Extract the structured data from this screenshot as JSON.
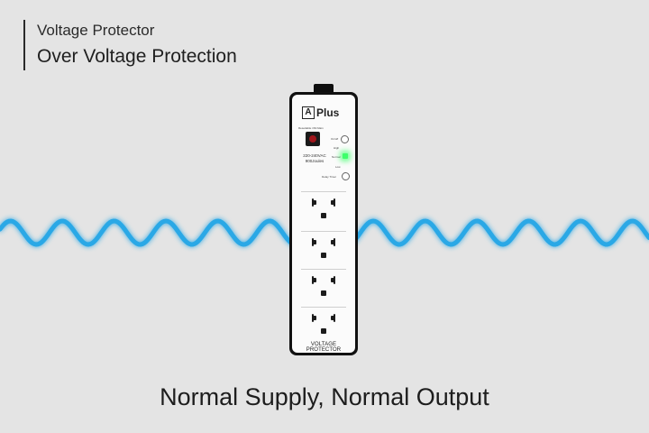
{
  "header": {
    "subtitle": "Voltage Protector",
    "title": "Over Voltage Protection"
  },
  "caption": "Normal Supply, Normal Output",
  "device": {
    "brand_letter": "A",
    "brand_name": "Plus",
    "switch_label": "Resettable 15A Main",
    "rating_voltage": "220-240VAC",
    "rating_energy": "900Joules",
    "indicator_onoff": "On/off",
    "indicator_normal": "Normal",
    "indicator_high": "High",
    "indicator_low": "Low",
    "indicator_delay": "Delay Timer",
    "footer_label": "VOLTAGE PROTECTOR"
  },
  "colors": {
    "background": "#e4e4e4",
    "wave": "#2aa8e6",
    "wave_glow": "#57c8ff",
    "led_normal": "#3dff6a",
    "switch_light": "#a0151b"
  }
}
